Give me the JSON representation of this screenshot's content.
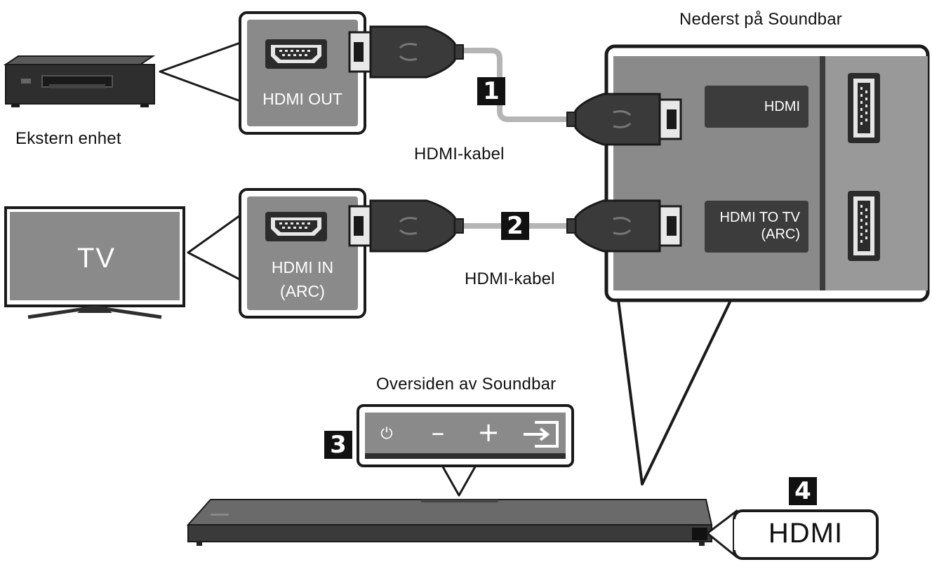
{
  "labels": {
    "bottom_of_soundbar": "Nederst på Soundbar",
    "external_device": "Ekstern enhet",
    "hdmi_cable_1": "HDMI-kabel",
    "hdmi_cable_2": "HDMI-kabel",
    "top_of_soundbar": "Oversiden av Soundbar",
    "tv_screen": "TV"
  },
  "ports": {
    "device_port": "HDMI OUT",
    "tv_port_line1": "HDMI IN",
    "tv_port_line2": "(ARC)",
    "soundbar_hdmi": "HDMI",
    "soundbar_hdmi_to_tv_line1": "HDMI TO TV",
    "soundbar_hdmi_to_tv_line2": "(ARC)"
  },
  "steps": {
    "step1": "1",
    "step2": "2",
    "step3": "3",
    "step4": "4"
  },
  "controls": {
    "power": "⏻",
    "minus": "–",
    "plus": "+",
    "source_icon": "source-input-icon"
  },
  "display": {
    "hdmi_indicator": "HDMI"
  },
  "colors": {
    "panel_gray": "#8a8a8a",
    "dark_gray": "#3c3c3c",
    "cable_gray": "#b5b5b5",
    "outline": "#1a1a1a"
  }
}
